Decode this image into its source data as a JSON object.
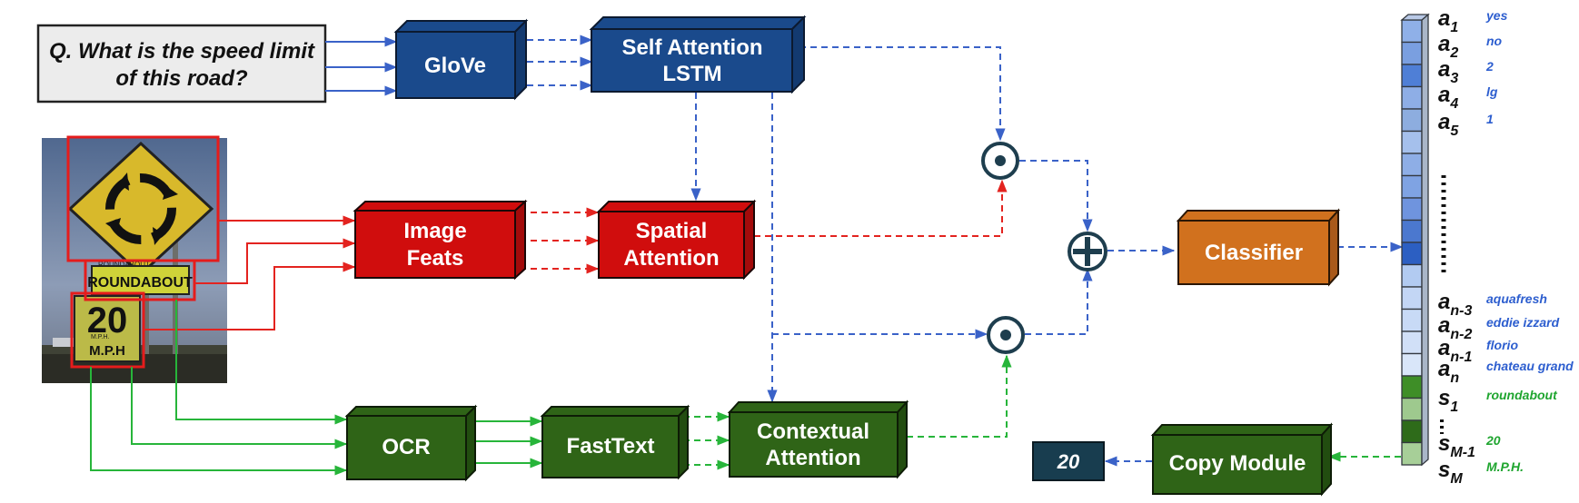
{
  "question": {
    "line1": "Q. What is the speed limit",
    "line2": "of this road?"
  },
  "blocks": {
    "glove": "GloVe",
    "self_attention_line1": "Self Attention",
    "self_attention_line2": "LSTM",
    "image_feats_line1": "Image",
    "image_feats_line2": "Feats",
    "spatial_line1": "Spatial",
    "spatial_line2": "Attention",
    "classifier": "Classifier",
    "ocr": "OCR",
    "fasttext": "FastText",
    "contextual_line1": "Contextual",
    "contextual_line2": "Attention",
    "copy_module": "Copy Module",
    "output": "20"
  },
  "sign": {
    "roundabout": "ROUNDABOUT",
    "small_roundabout": "ROUNDABOUT",
    "speed": "20",
    "mph_small": "M.P.H.",
    "mph": "M.P.H"
  },
  "answers": [
    {
      "sym": "a",
      "sub": "1",
      "word": "yes"
    },
    {
      "sym": "a",
      "sub": "2",
      "word": "no"
    },
    {
      "sym": "a",
      "sub": "3",
      "word": "2"
    },
    {
      "sym": "a",
      "sub": "4",
      "word": "lg"
    },
    {
      "sym": "a",
      "sub": "5",
      "word": "1"
    },
    {
      "sym": "a",
      "sub": "n-3",
      "word": "aquafresh"
    },
    {
      "sym": "a",
      "sub": "n-2",
      "word": "eddie izzard"
    },
    {
      "sym": "a",
      "sub": "n-1",
      "word": "florio"
    },
    {
      "sym": "a",
      "sub": "n",
      "word": "chateau grand"
    }
  ],
  "ocr_tokens": [
    {
      "sym": "s",
      "sub": "1",
      "word": "roundabout"
    },
    {
      "sym": "s",
      "sub": "M-1",
      "word": "20"
    },
    {
      "sym": "s",
      "sub": "M",
      "word": "M.P.H."
    }
  ],
  "colors": {
    "blue": "#1a4a8c",
    "red": "#d00d0d",
    "green": "#2f6417",
    "orange": "#d1711e",
    "output_box": "#183d4f",
    "blue_arrow": "#3a62c8",
    "red_arrow": "#e3231f",
    "green_arrow": "#27b53a",
    "answer_text": "#2d5ecf",
    "token_text": "#1fa52f"
  }
}
